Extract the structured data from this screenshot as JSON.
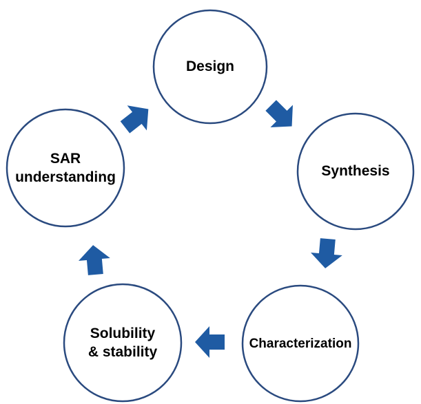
{
  "diagram": {
    "type": "cycle",
    "colors": {
      "circle_stroke": "#2a4a7f",
      "circle_fill": "#ffffff",
      "arrow_fill": "#1f5ba3"
    },
    "nodes": [
      {
        "id": "design",
        "label": "Design"
      },
      {
        "id": "synthesis",
        "label": "Synthesis"
      },
      {
        "id": "characterization",
        "label": "Characterization"
      },
      {
        "id": "solubility-stability",
        "label": "Solubility\n& stability"
      },
      {
        "id": "sar-understanding",
        "label": "SAR\nunderstanding"
      }
    ],
    "edges": [
      {
        "from": "design",
        "to": "synthesis"
      },
      {
        "from": "synthesis",
        "to": "characterization"
      },
      {
        "from": "characterization",
        "to": "solubility-stability"
      },
      {
        "from": "solubility-stability",
        "to": "sar-understanding"
      },
      {
        "from": "sar-understanding",
        "to": "design"
      }
    ]
  }
}
